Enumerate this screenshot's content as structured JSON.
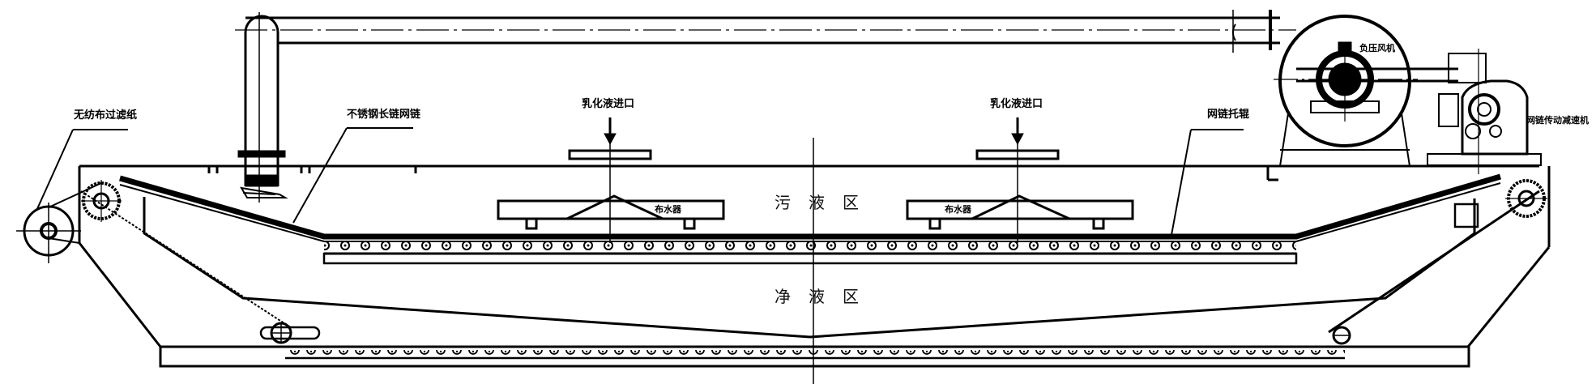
{
  "diagram": {
    "title": "",
    "type": "engineering-drawing",
    "stroke_color": "#000000",
    "background": "#ffffff"
  },
  "labels": {
    "filter_paper": "无纺布过滤纸",
    "stainless_chain": "不锈钢长链网链",
    "inlet_left": "乳化液进口",
    "inlet_right": "乳化液进口",
    "fan": "负压风机",
    "chain_drive": "网链传动减速机",
    "chain_roller": "网链托辊",
    "distributor_left": "布水器",
    "distributor_right": "布水器"
  },
  "zones": {
    "dirty": "污液区",
    "clean": "净液区"
  }
}
